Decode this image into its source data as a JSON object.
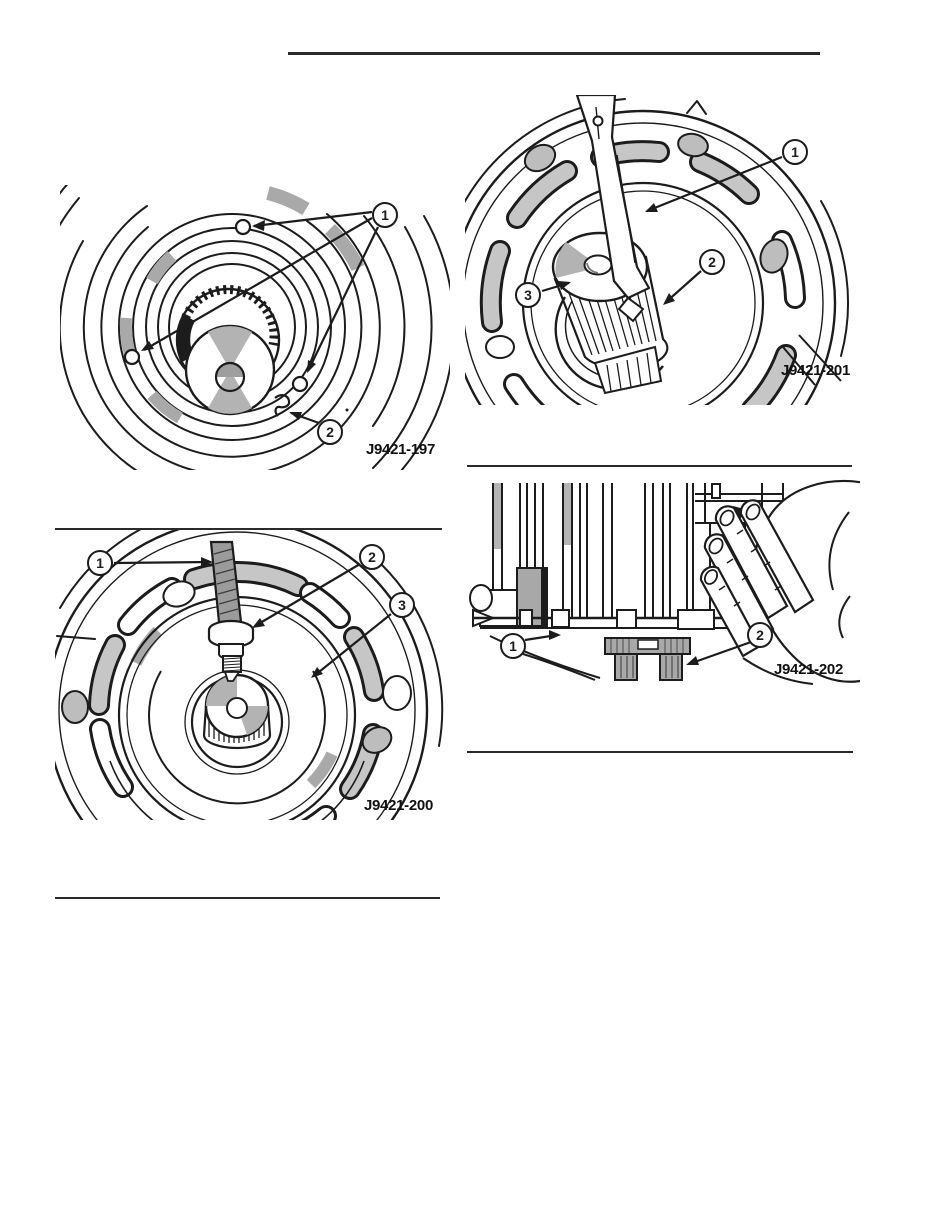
{
  "page": {
    "background_color": "#ffffff",
    "ink_color": "#1c1c1c"
  },
  "figures": {
    "fig197": {
      "label": "J9421-197",
      "callouts": {
        "c1": "1",
        "c2": "2"
      }
    },
    "fig201": {
      "label": "J9421-201",
      "callouts": {
        "c1": "1",
        "c2": "2",
        "c3": "3"
      }
    },
    "fig200": {
      "label": "J9421-200",
      "callouts": {
        "c1": "1",
        "c2": "2",
        "c3": "3"
      }
    },
    "fig202": {
      "label": "J9421-202",
      "callouts": {
        "c1": "1",
        "c2": "2"
      }
    }
  }
}
